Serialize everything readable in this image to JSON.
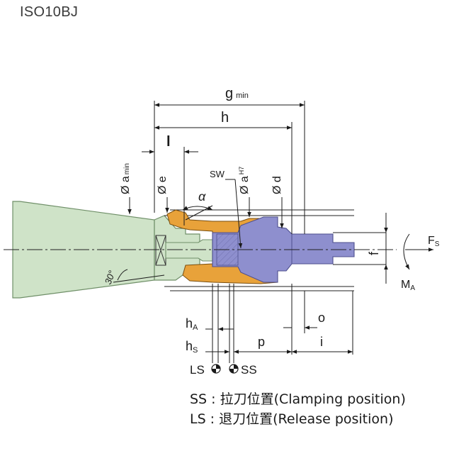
{
  "title": "ISO10BJ",
  "dimensions": {
    "g_min": "g",
    "g_min_sub": "min",
    "h": "h",
    "l": "l",
    "a_min_symbol": "Ø a",
    "a_min_sub": "min",
    "e": "Ø e",
    "alpha": "α",
    "sw": "SW",
    "a_h7_symbol": "Ø a",
    "a_h7_sup": "H7",
    "d": "Ø d",
    "angle_30": "30°",
    "f": "f",
    "Fs": "F",
    "Fs_sub": "S",
    "MA": "M",
    "MA_sub": "A",
    "hA": "h",
    "hA_sub": "A",
    "hs": "h",
    "hs_sub": "S",
    "p": "p",
    "o": "o",
    "i": "i",
    "LS": "LS",
    "SS": "SS"
  },
  "legend": {
    "ss": "SS : 拉刀位置(Clamping position)",
    "ls": "LS : 退刀位置(Release position)"
  },
  "colors": {
    "holder": "#cfe3c8",
    "holder_edge": "#6f8f68",
    "gripper": "#e8a23a",
    "pullstud": "#8e8fce",
    "pullstud_edge": "#4e4f8e",
    "dimension": "#1a1a1a"
  }
}
